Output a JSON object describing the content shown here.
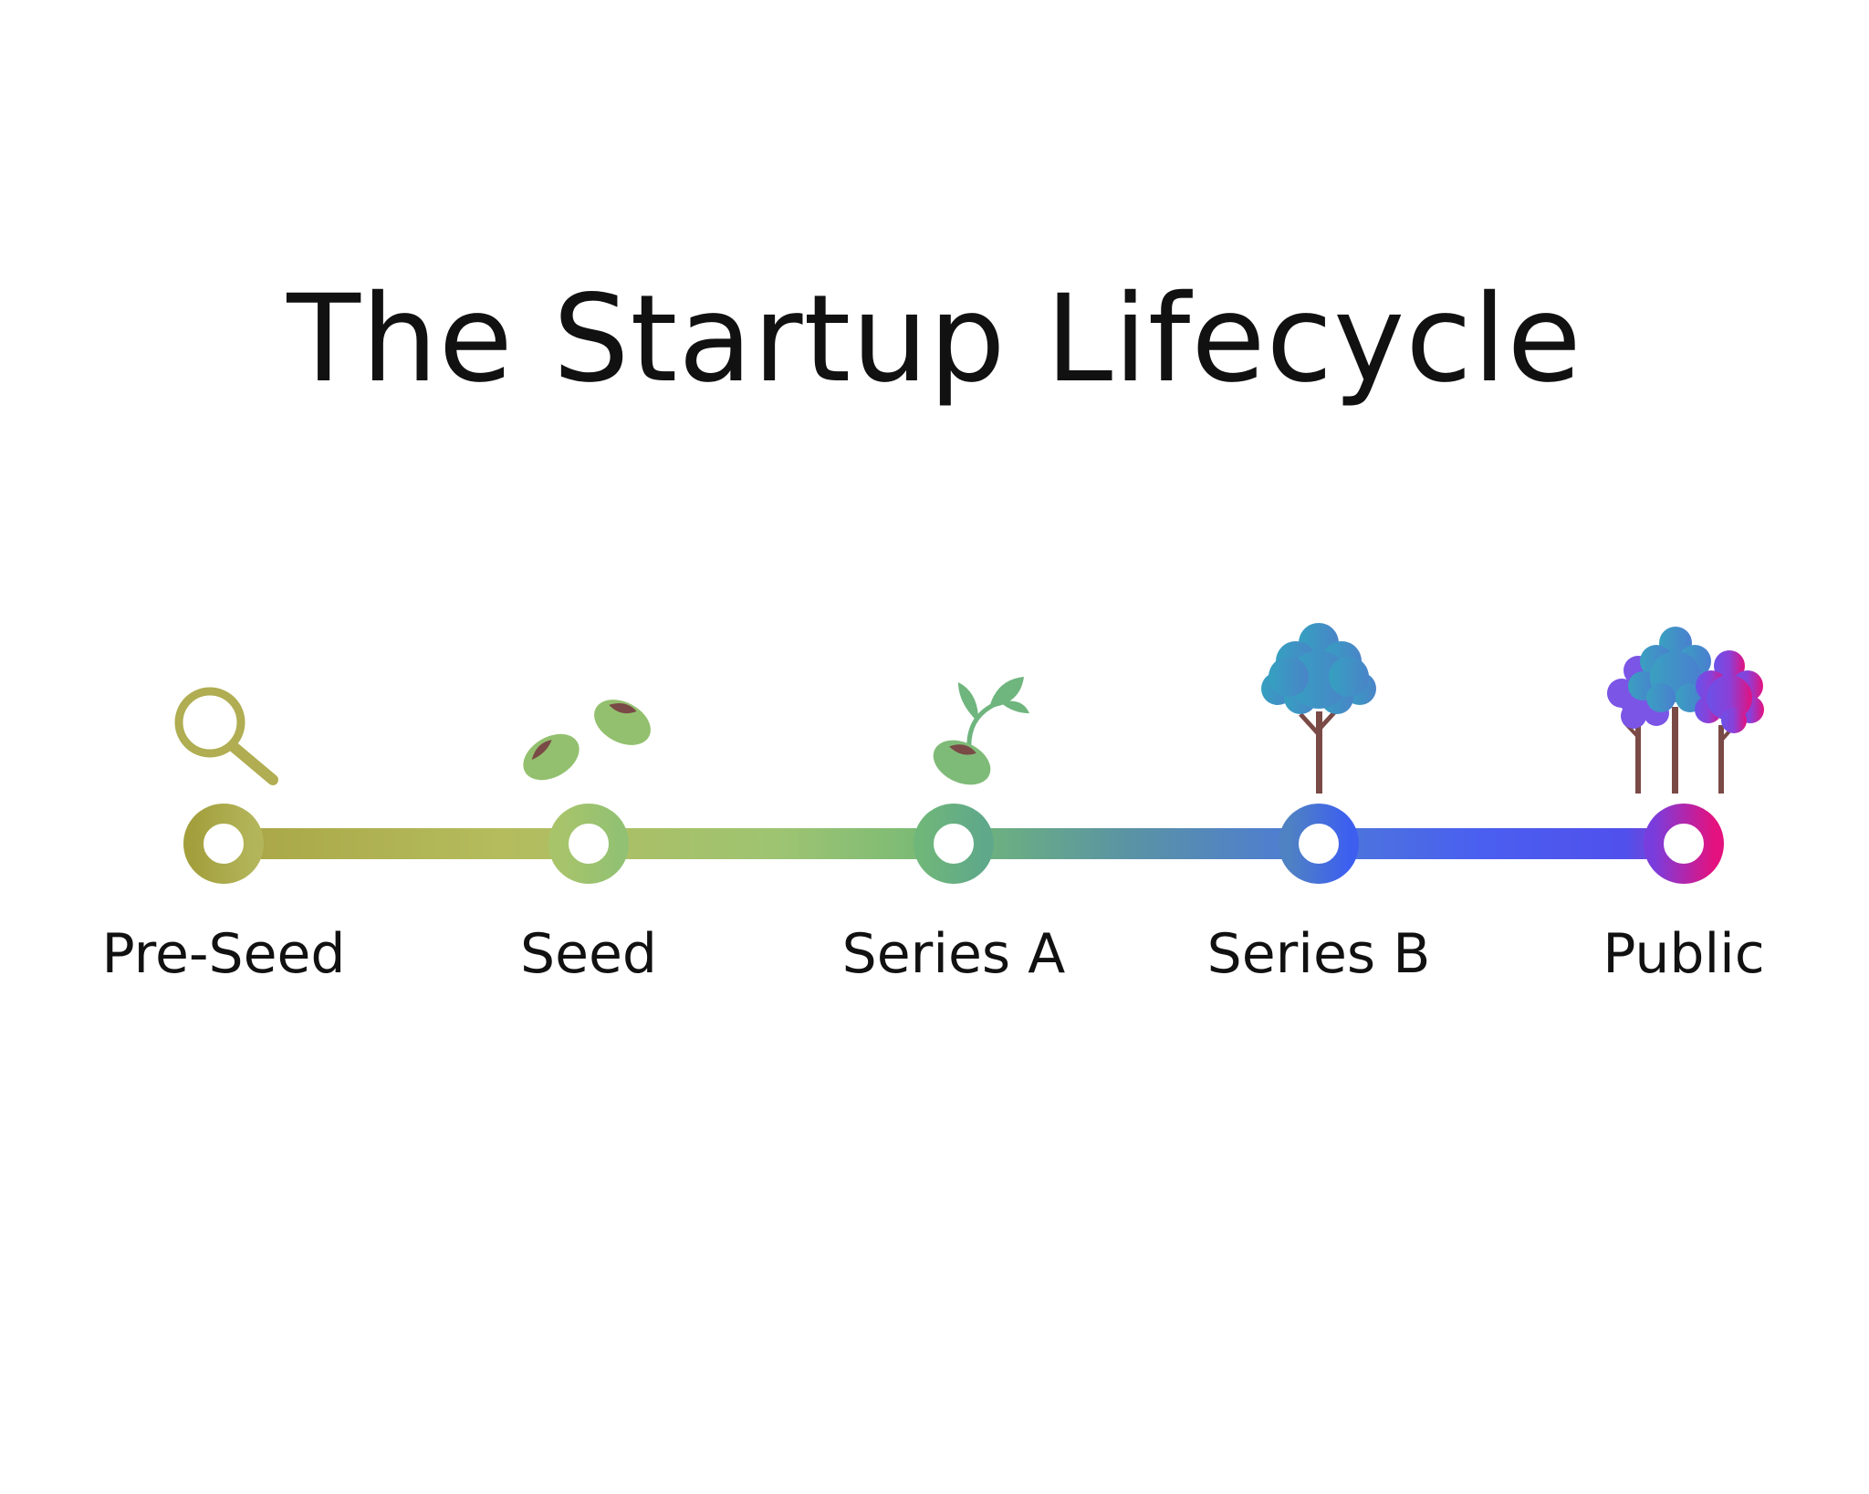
{
  "title": "The Startup Lifecycle",
  "stages": [
    {
      "label": "Pre-Seed",
      "icon": "magnifier-icon"
    },
    {
      "label": "Seed",
      "icon": "seeds-icon"
    },
    {
      "label": "Series A",
      "icon": "sprout-icon"
    },
    {
      "label": "Series B",
      "icon": "tree-icon"
    },
    {
      "label": "Public",
      "icon": "forest-icon"
    }
  ],
  "colors": {
    "pre_seed": "#a9a545",
    "seed": "#9ec472",
    "series_a": "#72b876",
    "series_b": "#4a6fd8",
    "public": "#e2147f",
    "trunk": "#7a4a46",
    "seed_fill": "#93c06e",
    "sprout_leaf": "#6fb57e",
    "tree_blue": "#3f95c4",
    "title_text": "#111111"
  }
}
